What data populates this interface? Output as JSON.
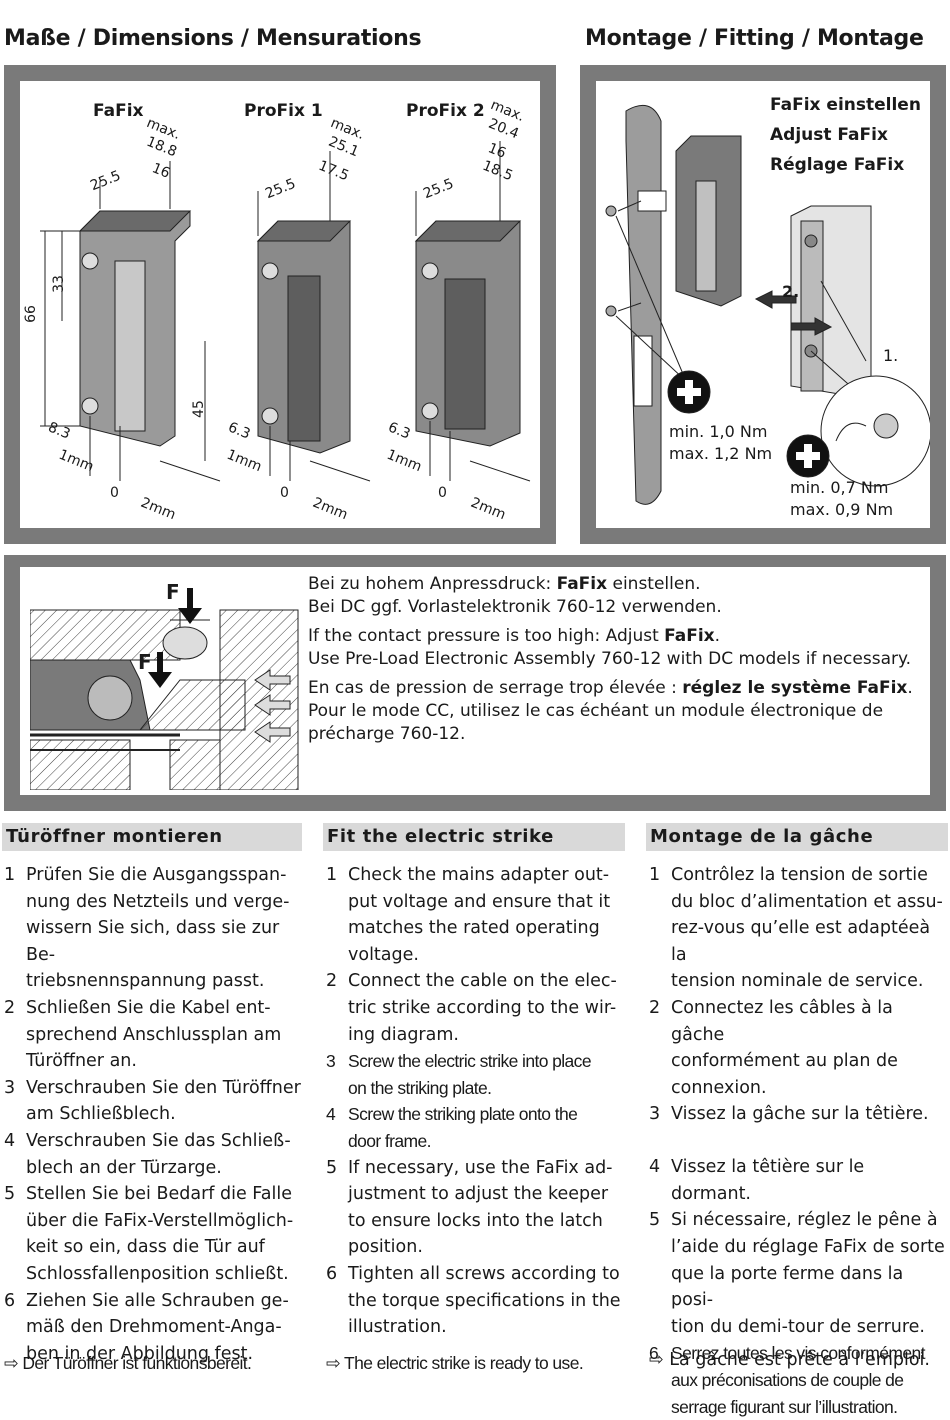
{
  "headers": {
    "dimensions": "Maße / Dimensions / Mensurations",
    "fitting": "Montage / Fitting / Montage"
  },
  "dimensions": {
    "models": [
      "FaFix",
      "ProFix 1",
      "ProFix 2"
    ],
    "fafix": {
      "width": "25.5",
      "max_label": "max.",
      "max": "18.8",
      "depth": "16",
      "height": "66",
      "hole": "33",
      "bottom": "45",
      "offset": "8.3",
      "adj_minus": "1mm",
      "adj_zero": "0",
      "adj_plus": "2mm"
    },
    "profix1": {
      "width": "25.5",
      "max_label": "max.",
      "max": "25.1",
      "depth": "17.5",
      "offset": "6.3",
      "adj_minus": "1mm",
      "adj_zero": "0",
      "adj_plus": "2mm"
    },
    "profix2": {
      "width": "25.5",
      "max_label": "max.",
      "max": "20.4",
      "depth1": "16",
      "depth2": "18.5",
      "offset": "6.3",
      "adj_minus": "1mm",
      "adj_zero": "0",
      "adj_plus": "2mm"
    }
  },
  "fitting": {
    "title_lines": [
      "FaFix einstellen",
      "Adjust FaFix",
      "Réglage FaFix"
    ],
    "torque_plate": [
      "min. 1,0 Nm",
      "max. 1,2 Nm"
    ],
    "torque_fafix": [
      "min. 0,7 Nm",
      "max. 0,9 Nm"
    ],
    "step1": "1.",
    "step2": "2."
  },
  "pressure": {
    "force": "F",
    "de1_pre": "Bei zu hohem Anpressdruck: ",
    "de1_bold": "FaFix",
    "de1_post": " einstellen.",
    "de2": "Bei DC ggf. Vorlastelektronik 760-12 verwenden.",
    "en1_pre": "If the contact pressure is too high: Adjust ",
    "en1_bold": "FaFix",
    "en1_post": ".",
    "en2": "Use Pre-Load Electronic Assembly 760-12 with DC models if necessary.",
    "fr1_pre": "En cas de pression de serrage trop élevée : ",
    "fr1_bold": "réglez le système FaFix",
    "fr1_post": ".",
    "fr2": "Pour le mode CC, utilisez le cas échéant un module électronique de",
    "fr3": "précharge 760-12."
  },
  "columns": {
    "de": {
      "title": "Türöffner montieren",
      "steps": [
        {
          "num": "1",
          "lines": [
            "Prüfen Sie die Ausgangsspan-",
            "nung des Netzteils und verge-",
            "wissern Sie sich, dass sie zur Be-",
            "triebsnennspannung passt."
          ]
        },
        {
          "num": "2",
          "lines": [
            "Schließen Sie die Kabel ent-",
            "sprechend Anschlussplan am",
            "Türöffner an."
          ]
        },
        {
          "num": "3",
          "lines": [
            "Verschrauben Sie den Türöffner",
            "am Schließblech."
          ]
        },
        {
          "num": "4",
          "lines": [
            "Verschrauben Sie das Schließ-",
            "blech an der Türzarge."
          ]
        },
        {
          "num": "5",
          "lines": [
            "Stellen Sie bei Bedarf die Falle",
            "über die FaFix-Verstellmöglich-",
            "keit so ein, dass die Tür auf",
            "Schlossfallenposition schließt."
          ]
        },
        {
          "num": "6",
          "lines": [
            "Ziehen Sie alle Schrauben ge-",
            "mäß den Drehmoment-Anga-",
            "ben in der Abbildung fest."
          ]
        }
      ],
      "result": "Der Türöffner ist funktionsbereit."
    },
    "en": {
      "title": "Fit the electric strike",
      "steps": [
        {
          "num": "1",
          "lines": [
            "Check the mains adapter out-",
            "put voltage and ensure that it",
            "matches the rated operating",
            "voltage."
          ]
        },
        {
          "num": "2",
          "lines": [
            "Connect the cable on the elec-",
            "tric strike according to the wir-",
            "ing diagram."
          ]
        },
        {
          "num": "3",
          "lines": [
            "Screw the electric strike into place",
            "on the striking plate."
          ]
        },
        {
          "num": "4",
          "lines": [
            "Screw the striking plate onto the",
            "door frame."
          ]
        },
        {
          "num": "5",
          "lines": [
            "If necessary, use the FaFix ad-",
            "justment to adjust the keeper",
            "to ensure locks into the latch",
            "position."
          ]
        },
        {
          "num": "6",
          "lines": [
            "Tighten all screws according to",
            "the torque specifications in the",
            "illustration."
          ]
        }
      ],
      "result": "The electric strike is ready to use."
    },
    "fr": {
      "title": "Montage de la gâche",
      "steps": [
        {
          "num": "1",
          "lines": [
            "Contrôlez la tension de sortie",
            "du bloc d’alimentation et assu-",
            "rez-vous qu’elle est adaptéeà la",
            "tension nominale de service."
          ]
        },
        {
          "num": "2",
          "lines": [
            "Connectez les câbles à la gâche",
            "conformément au plan de",
            "connexion."
          ]
        },
        {
          "num": "3",
          "lines": [
            "Vissez la gâche sur la têtière."
          ]
        },
        {
          "num": "4",
          "lines": [
            "Vissez la têtière sur le dormant."
          ]
        },
        {
          "num": "5",
          "lines": [
            "Si nécessaire, réglez le pêne à",
            "l’aide du réglage FaFix de sorte",
            "que la porte ferme dans la posi-",
            "tion du demi-tour de serrure."
          ]
        },
        {
          "num": "6",
          "lines": [
            "Serrez toutes les vis conformément",
            "aux préconisations de couple de",
            "serrage figurant sur l’illustration."
          ]
        }
      ],
      "result": "La gâche est prête à l’emploi."
    }
  },
  "icons": {
    "result_arrow": "⇨",
    "plus": "plus-circle-icon"
  }
}
